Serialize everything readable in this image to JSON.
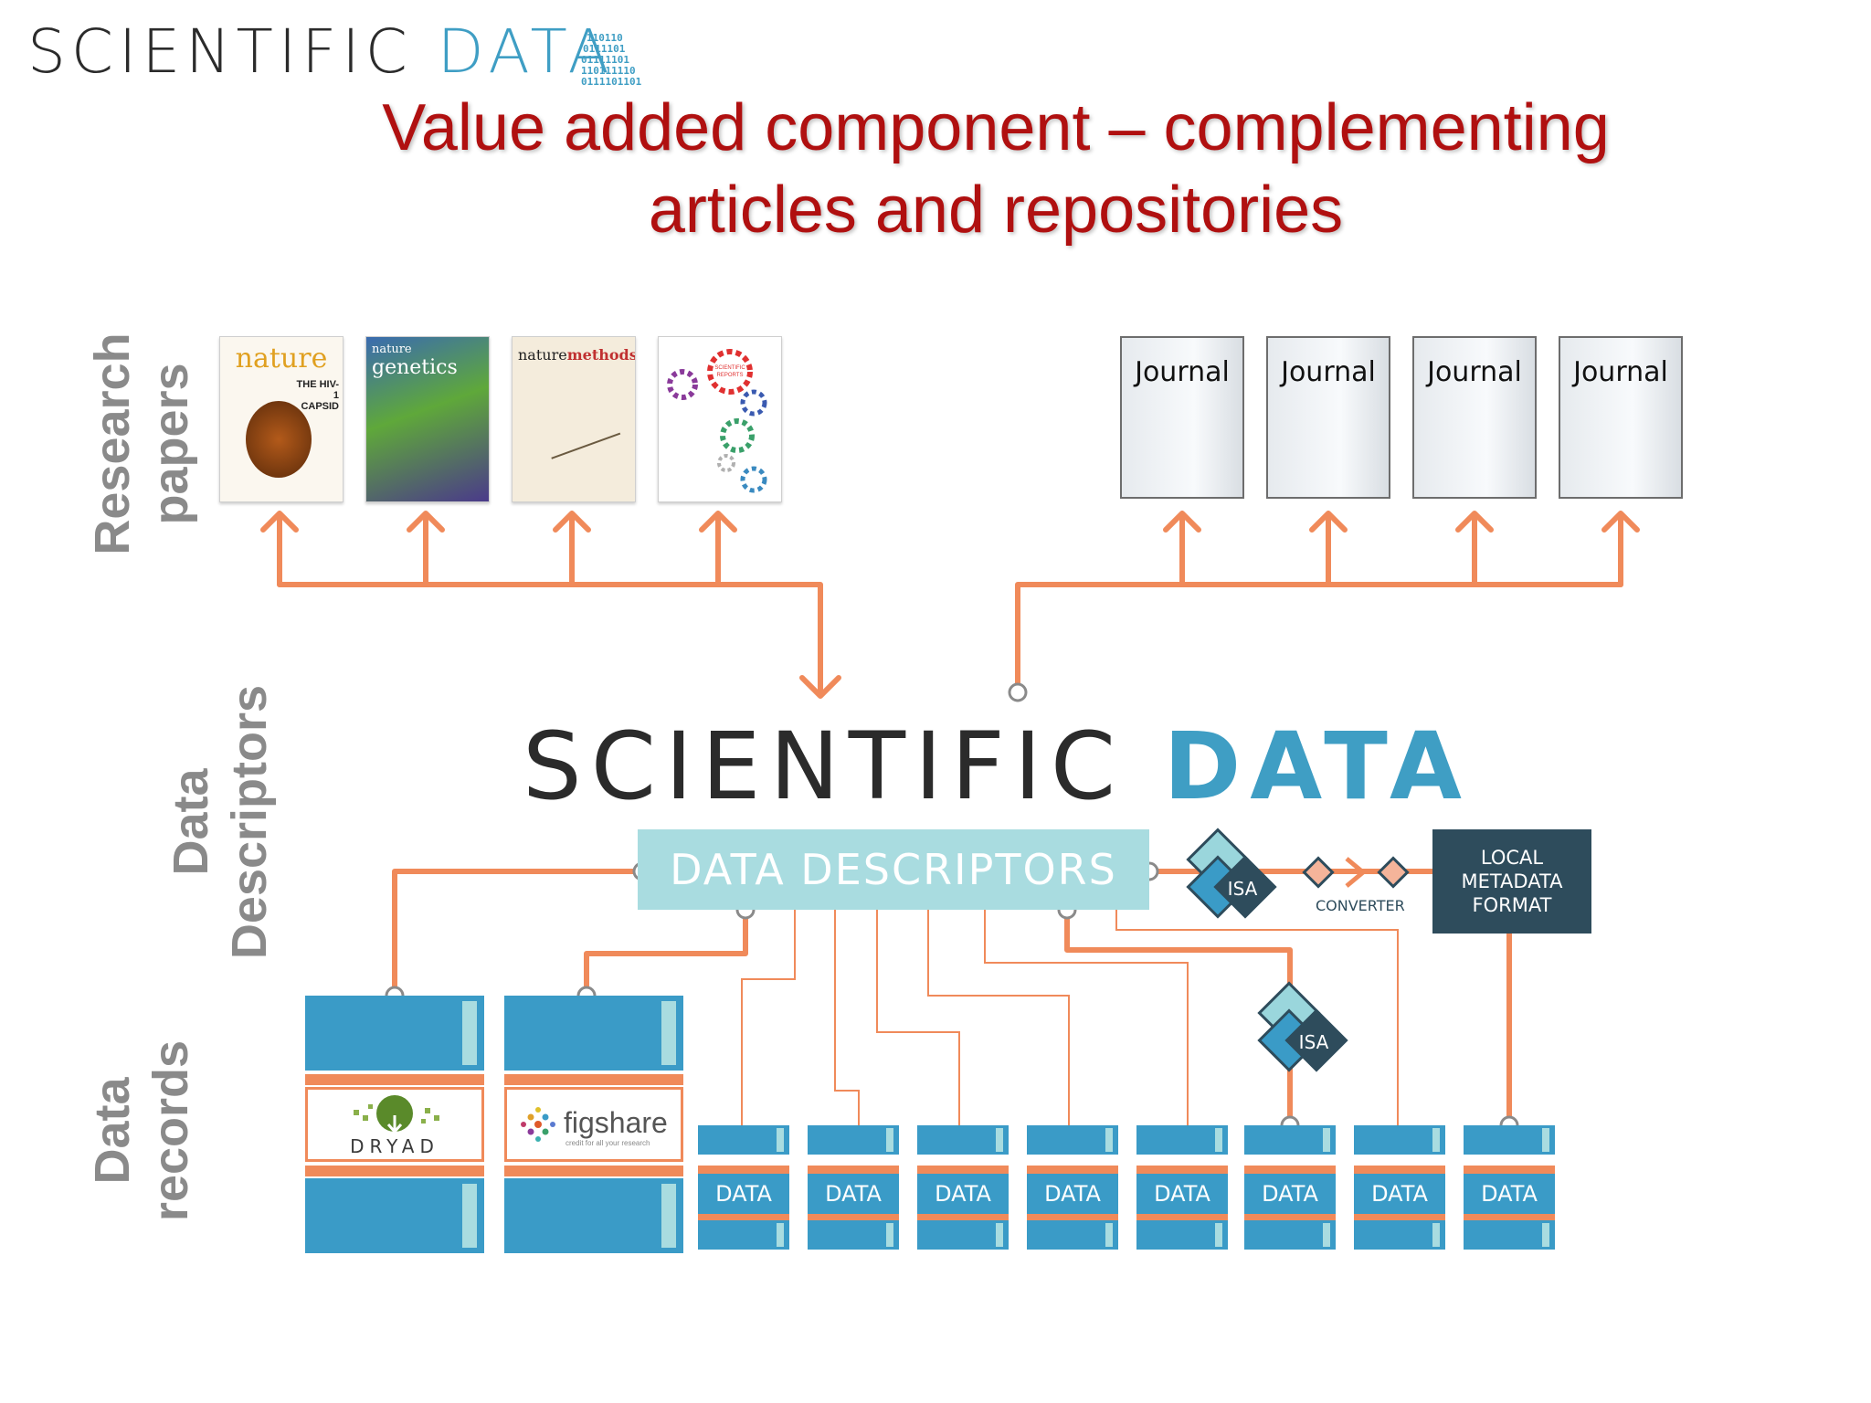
{
  "header": {
    "logo_part1": "SCIENTIFIC",
    "logo_part2": "DATA",
    "binary_lines": [
      "110110",
      "0111101",
      "01111101",
      "110111110",
      "0111101101"
    ],
    "title_line1": "Value added component – complementing",
    "title_line2": "articles and repositories"
  },
  "row_labels": {
    "research_line1": "Research",
    "research_line2": "papers",
    "descriptors_line1": "Data",
    "descriptors_line2": "Descriptors",
    "records_line1": "Data",
    "records_line2": "records"
  },
  "covers": [
    {
      "name": "nature",
      "headline": "nature",
      "sub": "THE HIV-1 CAPSID"
    },
    {
      "name": "nature-genetics",
      "headline": "nature",
      "sub": "genetics"
    },
    {
      "name": "nature-methods",
      "headline": "nature",
      "sub": "methods"
    },
    {
      "name": "scientific-reports",
      "headline": "SCIENTIFIC",
      "sub": "REPORTS"
    }
  ],
  "journals": [
    "Journal",
    "Journal",
    "Journal",
    "Journal"
  ],
  "center_logo": {
    "part1": "SCIENTIFIC",
    "part2": "DATA"
  },
  "data_descriptors_label": "DATA DESCRIPTORS",
  "isa_label": "ISA",
  "converter_label": "CONVERTER",
  "local_metadata": {
    "line1": "LOCAL",
    "line2": "METADATA",
    "line3": "FORMAT"
  },
  "repositories": [
    {
      "name": "dryad",
      "label": "DRYAD"
    },
    {
      "name": "figshare",
      "label": "figshare",
      "tagline": "credit for all your research"
    }
  ],
  "data_records": [
    "DATA",
    "DATA",
    "DATA",
    "DATA",
    "DATA",
    "DATA",
    "DATA",
    "DATA"
  ],
  "colors": {
    "title_red": "#b01010",
    "connector_orange": "#f08a5a",
    "brand_blue": "#3f9ec4",
    "record_blue": "#3a9bc7",
    "light_teal": "#a9dce0",
    "dark_slate": "#2e4c5c",
    "label_grey": "#8a8a8a"
  }
}
